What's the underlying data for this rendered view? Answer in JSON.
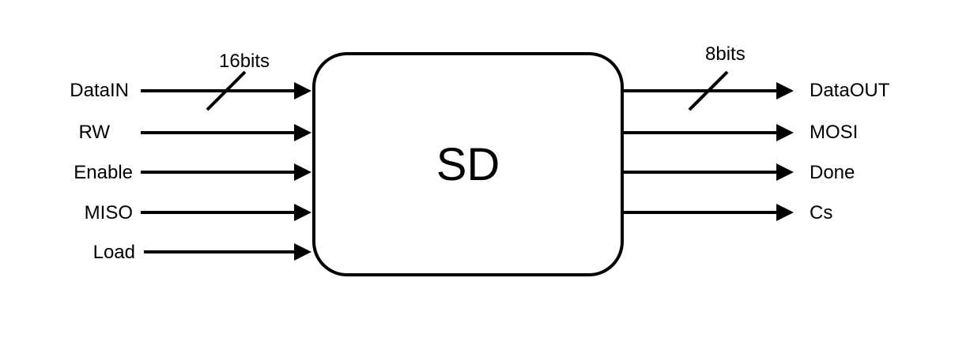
{
  "block": {
    "label": "SD"
  },
  "inputs": [
    {
      "label": "DataIN"
    },
    {
      "label": "RW"
    },
    {
      "label": "Enable"
    },
    {
      "label": "MISO"
    },
    {
      "label": "Load"
    }
  ],
  "outputs": [
    {
      "label": "DataOUT"
    },
    {
      "label": "MOSI"
    },
    {
      "label": "Done"
    },
    {
      "label": "Cs"
    }
  ],
  "bus_widths": {
    "input": "16bits",
    "output": "8bits"
  },
  "colors": {
    "stroke": "#000000",
    "background": "#ffffff"
  }
}
